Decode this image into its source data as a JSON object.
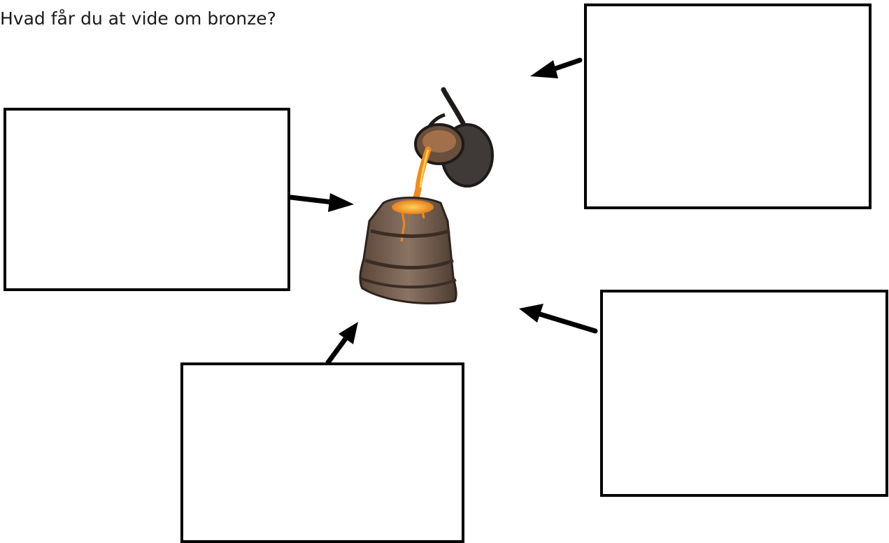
{
  "worksheet": {
    "question": "Hvad får du at vide om bronze?"
  },
  "answer_boxes": [
    {
      "id": "top-right",
      "value": ""
    },
    {
      "id": "left",
      "value": ""
    },
    {
      "id": "right",
      "value": ""
    },
    {
      "id": "bottom",
      "value": ""
    }
  ],
  "illustration": {
    "icon": "bronze-casting-icon",
    "colors": {
      "metal": "#f29a1d",
      "stone": "#6e5a4a",
      "ladle": "#4a3d35"
    }
  }
}
